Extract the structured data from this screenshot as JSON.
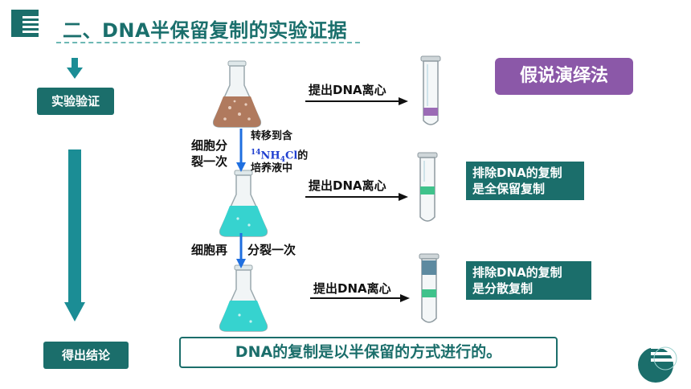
{
  "header": {
    "title": "二、DNA半保留复制的实验证据",
    "logo_icon": "striped-square-logo-icon"
  },
  "sidebar": {
    "verify_label": "实验验证",
    "conclude_label": "得出结论"
  },
  "steps": {
    "extract_label": "提出DNA离心",
    "divide_label_line1": "细胞分",
    "divide_label_line2": "裂一次",
    "transfer_line1": "转移到含",
    "transfer_sup": "14",
    "transfer_nh": "NH",
    "transfer_sub": "4",
    "transfer_cl": "Cl",
    "transfer_de": "的",
    "transfer_line3": "培养液中",
    "again_left": "细胞再",
    "again_right": "分裂一次"
  },
  "method": {
    "label": "假说演绎法"
  },
  "notes": {
    "note1_line1": "排除DNA的复制",
    "note1_line2": "是全保留复制",
    "note2_line1": "排除DNA的复制",
    "note2_line2": "是分散复制"
  },
  "conclusion": {
    "text": "DNA的复制是以半保留的方式进行的。"
  },
  "colors": {
    "teal": "#1b6e6b",
    "heavy_band": "#9b6bb5",
    "light_band": "#3fc28b",
    "heavy_medium": "#b07a5e",
    "light_medium": "#36d3cf",
    "arrow_blue": "#1f6fe0"
  }
}
